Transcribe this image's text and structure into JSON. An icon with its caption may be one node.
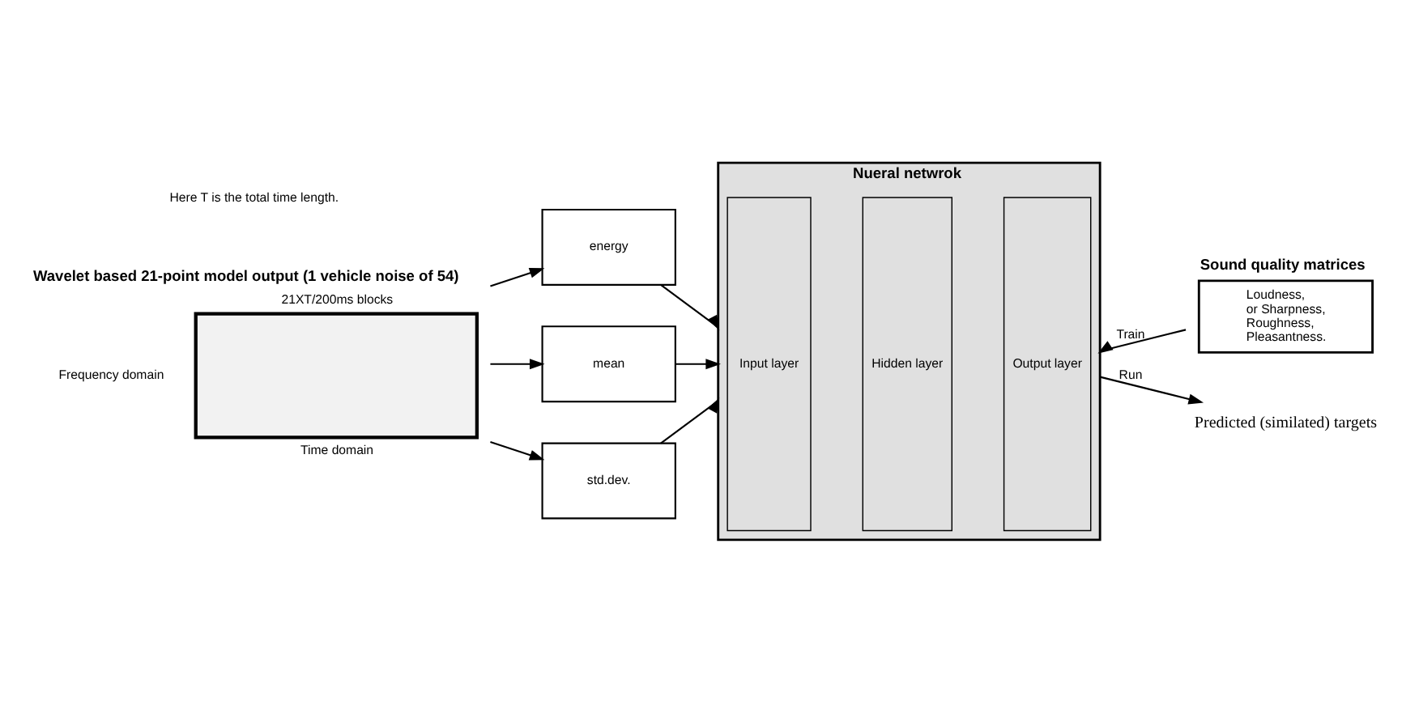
{
  "diagram": {
    "nodes": [
      {
        "text": [
          "Wavelet based 21-point model output (1 vehicle noise of 54)",
          "21XT/200ms blocks"
        ],
        "beside": [
          "Frequency domain",
          "Time domain"
        ]
      },
      {
        "text": [
          "energy"
        ]
      },
      {
        "text": [
          "mean"
        ]
      },
      {
        "text": [
          "std.dev."
        ]
      },
      {
        "text": [
          "Nueral netwrok"
        ]
      },
      {
        "text": [
          "Input layer"
        ],
        "in": 4
      },
      {
        "text": [
          "Hidden layer"
        ],
        "in": 4
      },
      {
        "text": [
          "Output layer"
        ],
        "in": 4
      },
      {
        "text": [
          "Sound quality matrices",
          "Loudness, or Sharpness, Roughness, Pleasantness."
        ]
      },
      {
        "text": [
          "Predicted (similated) targets"
        ]
      }
    ],
    "edges": [
      {
        "from": 0,
        "to": 1,
        "arrow": "to"
      },
      {
        "from": 0,
        "to": 2,
        "arrow": "to"
      },
      {
        "from": 0,
        "to": 3,
        "arrow": "to"
      },
      {
        "from": 1,
        "to": 4,
        "arrow": "to"
      },
      {
        "from": 2,
        "to": 4,
        "arrow": "to"
      },
      {
        "from": 3,
        "to": 4,
        "arrow": "to"
      },
      {
        "from": 8,
        "to": 4,
        "arrow": "to",
        "label": "Train"
      },
      {
        "from": 4,
        "to": 9,
        "arrow": "to",
        "label": "Run"
      }
    ],
    "labels": [
      "Here T is the total time length."
    ]
  }
}
